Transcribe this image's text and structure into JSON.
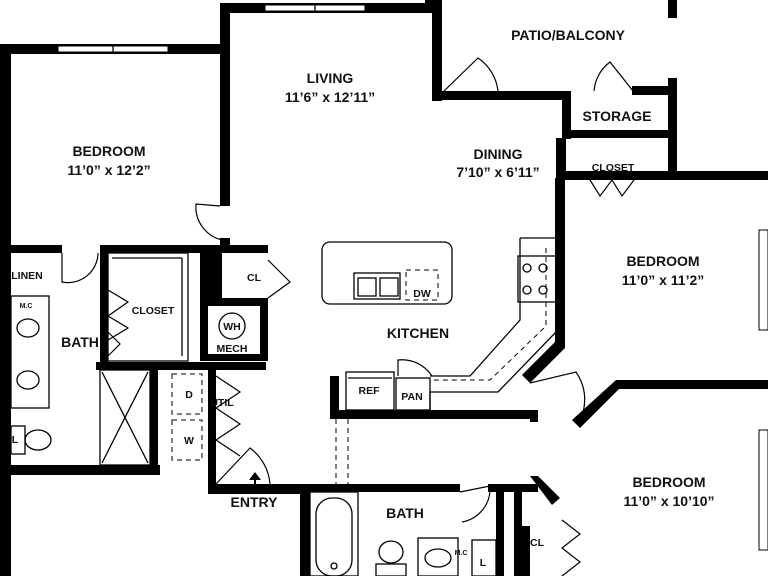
{
  "rooms": {
    "bedroom_left": {
      "name": "BEDROOM",
      "dims": "11’0” x 12’2”"
    },
    "living": {
      "name": "LIVING",
      "dims": "11’6” x 12’11”"
    },
    "patio": {
      "name": "PATIO/BALCONY"
    },
    "storage": {
      "name": "STORAGE"
    },
    "dining": {
      "name": "DINING",
      "dims": "7’10” x 6’11”"
    },
    "closet_right": {
      "name": "CLOSET"
    },
    "bedroom_right": {
      "name": "BEDROOM",
      "dims": "11’0” x 11’2”"
    },
    "bedroom_bottom": {
      "name": "BEDROOM",
      "dims": "11’0” x 10’10”"
    },
    "kitchen": {
      "name": "KITCHEN"
    },
    "linen": {
      "name": "LINEN"
    },
    "closet_left": {
      "name": "CLOSET"
    },
    "cl_small": {
      "name": "CL"
    },
    "cl_bottom": {
      "name": "CL"
    },
    "bath_left": {
      "name": "BATH"
    },
    "bath_bottom": {
      "name": "BATH"
    },
    "util": {
      "name": "UTIL"
    },
    "entry": {
      "name": "ENTRY"
    }
  },
  "fixtures": {
    "wh": "WH",
    "mech": "MECH",
    "dw": "DW",
    "ref": "REF",
    "pan": "PAN",
    "dryer": "D",
    "washer": "W",
    "mc_left": "M.C",
    "mc_bottom": "M.C",
    "l_left": "L",
    "l_bottom": "L"
  }
}
